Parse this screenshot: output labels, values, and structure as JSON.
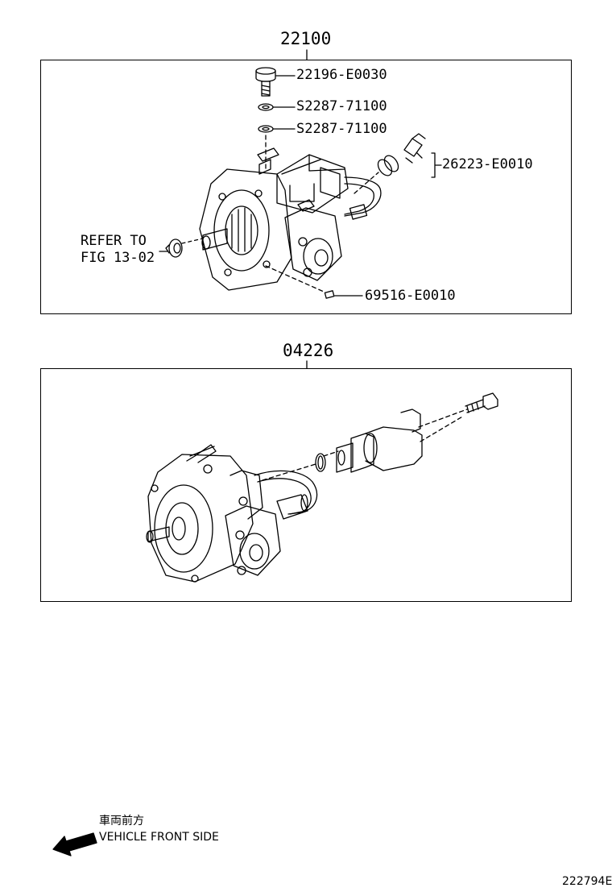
{
  "sections": [
    {
      "assembly_no": "22100",
      "parts": [
        {
          "no": "22196-E0030"
        },
        {
          "no": "S2287-71100"
        },
        {
          "no": "S2287-71100"
        },
        {
          "no": "26223-E0010"
        },
        {
          "no": "69516-E0010"
        }
      ],
      "refer_line1": "REFER TO",
      "refer_line2": "FIG 13-02"
    },
    {
      "assembly_no": "04226"
    }
  ],
  "direction": {
    "jp": "車両前方",
    "en": "VEHICLE FRONT SIDE",
    "icon": "arrow-icon"
  },
  "illustration_id": "222794E"
}
